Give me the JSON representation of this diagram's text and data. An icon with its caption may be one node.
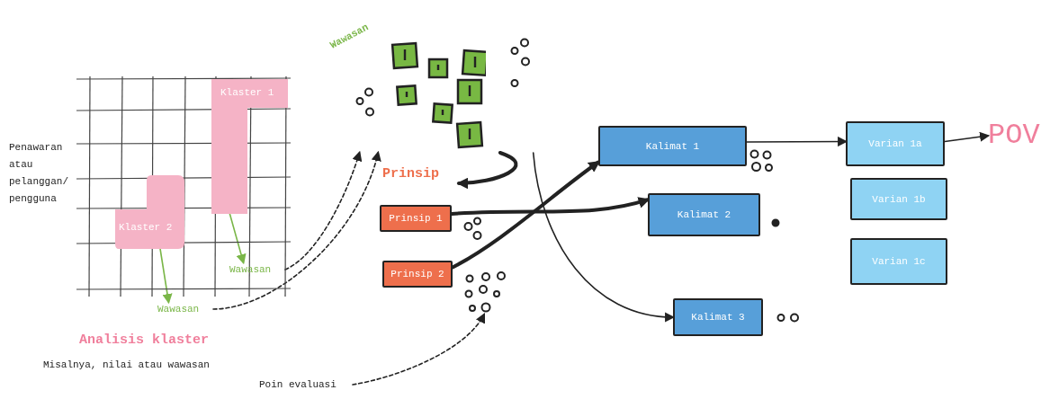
{
  "diagram": {
    "nodes": [
      {
        "text": [],
        "shape": "grid"
      },
      {
        "text": [
          "Klaster 1"
        ],
        "in": 0
      },
      {
        "text": [
          "Klaster 2"
        ],
        "in": 0
      },
      {
        "text": [
          "Wawasan"
        ],
        "in": 0
      },
      {
        "text": [
          "Wawasan"
        ]
      },
      {
        "text": [
          "Wawasan"
        ]
      },
      {
        "text": [
          "Prinsip"
        ]
      },
      {
        "text": [
          "Prinsip 1"
        ],
        "in": 6
      },
      {
        "text": [
          "Prinsip 2"
        ],
        "in": 6
      },
      {
        "text": [
          "Kalimat 1"
        ]
      },
      {
        "text": [
          "Kalimat 2"
        ]
      },
      {
        "text": [
          "Kalimat 3"
        ]
      },
      {
        "text": [
          "Varian 1a"
        ]
      },
      {
        "text": [
          "Varian 1b"
        ]
      },
      {
        "text": [
          "Varian 1c"
        ]
      },
      {
        "text": [
          "POV"
        ]
      },
      {
        "text": [
          "Poin evaluasi"
        ]
      },
      {
        "text": [],
        "shape": "dots"
      }
    ],
    "edges": [
      {
        "from": 1,
        "to": 3,
        "arrow": "to",
        "color": "#7ab648"
      },
      {
        "from": 2,
        "to": 4,
        "arrow": "to",
        "color": "#7ab648"
      },
      {
        "from": 3,
        "to": 5,
        "arrow": "to",
        "style": "dashed"
      },
      {
        "from": 4,
        "to": 5,
        "arrow": "to",
        "style": "dashed"
      },
      {
        "from": 5,
        "to": 6,
        "arrow": "to",
        "style": "thick"
      },
      {
        "from": 7,
        "to": 10,
        "arrow": "to",
        "style": "thick"
      },
      {
        "from": 8,
        "to": 9,
        "arrow": "to",
        "style": "thick"
      },
      {
        "from": 5,
        "to": 11,
        "arrow": "to"
      },
      {
        "from": 9,
        "to": 12,
        "arrow": "to"
      },
      {
        "from": 12,
        "to": 15,
        "arrow": "to"
      },
      {
        "from": 16,
        "to": 17,
        "arrow": "to",
        "style": "dashed"
      }
    ],
    "labels": [
      "Penawaran atau pelanggan/ pengguna",
      "Analisis klaster",
      "Misalnya, nilai atau wawasan"
    ]
  }
}
